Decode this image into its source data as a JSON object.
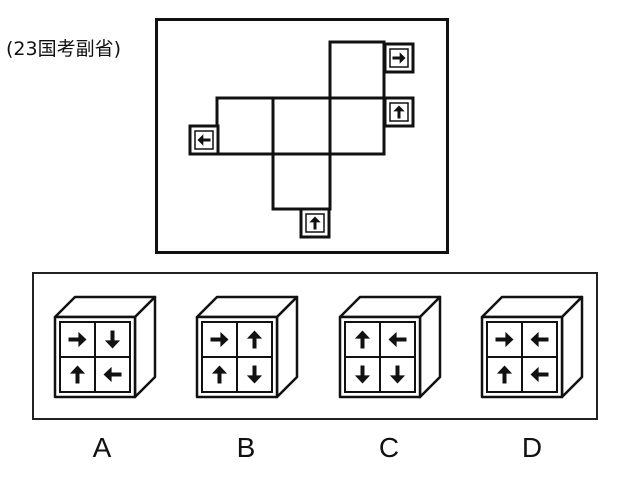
{
  "source_tag": "(23国考副省)",
  "net": {
    "flags": [
      {
        "id": "flag-top-right",
        "arrow": "right"
      },
      {
        "id": "flag-mid-right",
        "arrow": "up"
      },
      {
        "id": "flag-left",
        "arrow": "left"
      },
      {
        "id": "flag-bottom",
        "arrow": "up"
      }
    ]
  },
  "options": [
    {
      "label": "A",
      "faces": [
        "right",
        "down",
        "up",
        "left"
      ]
    },
    {
      "label": "B",
      "faces": [
        "right",
        "up",
        "up",
        "down"
      ]
    },
    {
      "label": "C",
      "faces": [
        "up",
        "left",
        "down",
        "down"
      ]
    },
    {
      "label": "D",
      "faces": [
        "right",
        "left",
        "up",
        "left"
      ]
    }
  ],
  "colors": {
    "ink": "#111111",
    "paper": "#ffffff"
  }
}
